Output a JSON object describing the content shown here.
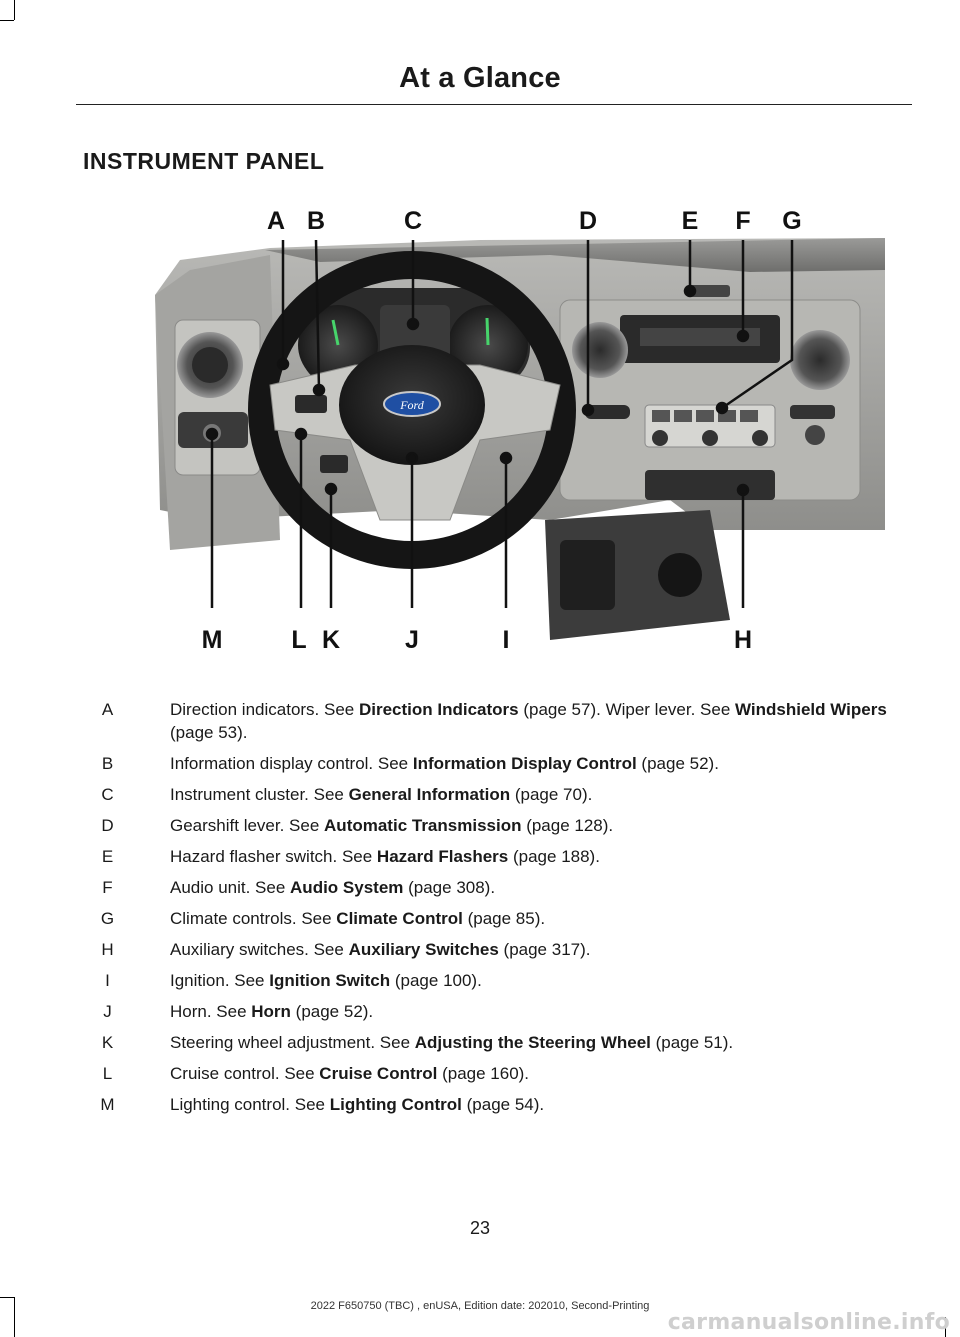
{
  "header": {
    "title": "At a Glance"
  },
  "section": {
    "heading": "INSTRUMENT PANEL"
  },
  "figure": {
    "top_callouts": [
      "A",
      "B",
      "C",
      "D",
      "E",
      "F",
      "G"
    ],
    "bottom_callouts": [
      "M",
      "L",
      "K",
      "J",
      "I",
      "H"
    ],
    "badge_text": "Ford"
  },
  "legend": [
    {
      "key": "A",
      "parts": [
        {
          "t": "Direction indicators.  See "
        },
        {
          "t": "Direction Indicators",
          "b": true
        },
        {
          "t": " (page 57).  Wiper lever.  See "
        },
        {
          "t": "Windshield Wipers",
          "b": true
        },
        {
          "t": " (page 53)."
        }
      ]
    },
    {
      "key": "B",
      "parts": [
        {
          "t": "Information display control.  See "
        },
        {
          "t": "Information Display Control",
          "b": true
        },
        {
          "t": " (page 52)."
        }
      ]
    },
    {
      "key": "C",
      "parts": [
        {
          "t": "Instrument cluster.  See "
        },
        {
          "t": "General Information",
          "b": true
        },
        {
          "t": " (page 70)."
        }
      ]
    },
    {
      "key": "D",
      "parts": [
        {
          "t": "Gearshift lever.  See "
        },
        {
          "t": "Automatic Transmission",
          "b": true
        },
        {
          "t": " (page 128)."
        }
      ]
    },
    {
      "key": "E",
      "parts": [
        {
          "t": "Hazard flasher switch.  See "
        },
        {
          "t": "Hazard Flashers",
          "b": true
        },
        {
          "t": " (page 188)."
        }
      ]
    },
    {
      "key": "F",
      "parts": [
        {
          "t": "Audio unit. See "
        },
        {
          "t": "Audio System",
          "b": true
        },
        {
          "t": " (page 308)."
        }
      ]
    },
    {
      "key": "G",
      "parts": [
        {
          "t": "Climate controls.  See "
        },
        {
          "t": "Climate Control",
          "b": true
        },
        {
          "t": " (page 85)."
        }
      ]
    },
    {
      "key": "H",
      "parts": [
        {
          "t": "Auxiliary switches.  See "
        },
        {
          "t": "Auxiliary Switches",
          "b": true
        },
        {
          "t": " (page 317)."
        }
      ]
    },
    {
      "key": "I",
      "parts": [
        {
          "t": "Ignition. See "
        },
        {
          "t": "Ignition Switch",
          "b": true
        },
        {
          "t": " (page 100)."
        }
      ]
    },
    {
      "key": "J",
      "parts": [
        {
          "t": "Horn.  See "
        },
        {
          "t": "Horn",
          "b": true
        },
        {
          "t": " (page 52)."
        }
      ]
    },
    {
      "key": "K",
      "parts": [
        {
          "t": "Steering wheel adjustment.  See "
        },
        {
          "t": "Adjusting the Steering Wheel",
          "b": true
        },
        {
          "t": " (page 51)."
        }
      ]
    },
    {
      "key": "L",
      "parts": [
        {
          "t": "Cruise control.  See "
        },
        {
          "t": "Cruise Control",
          "b": true
        },
        {
          "t": " (page 160)."
        }
      ]
    },
    {
      "key": "M",
      "parts": [
        {
          "t": "Lighting control.  See "
        },
        {
          "t": "Lighting Control",
          "b": true
        },
        {
          "t": " (page 54)."
        }
      ]
    }
  ],
  "footer": {
    "page_number": "23",
    "edition": "2022 F650750 (TBC) , enUSA, Edition date: 202010, Second-Printing",
    "watermark": "carmanualsonline.info"
  }
}
